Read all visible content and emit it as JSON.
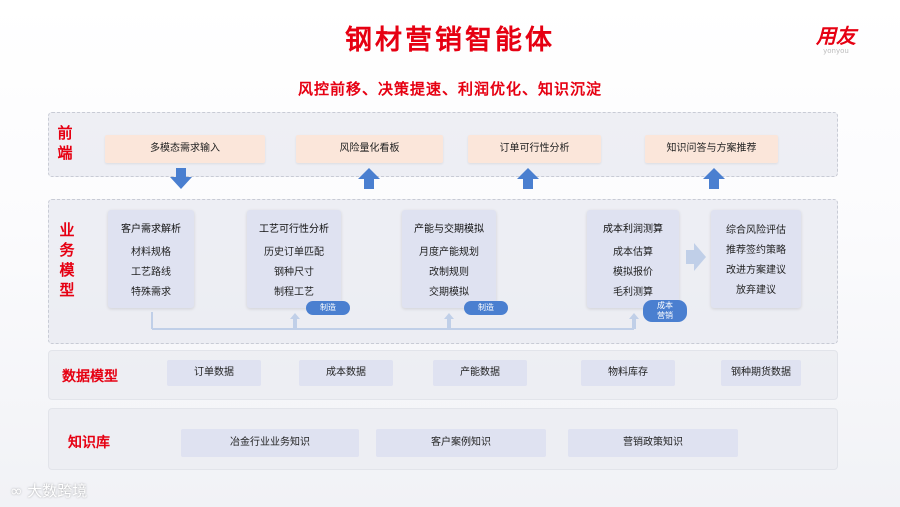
{
  "title": "钢材营销智能体",
  "subtitle": "风控前移、决策提速、利润优化、知识沉淀",
  "logo": {
    "text": "用友",
    "sub": "yonyou"
  },
  "layers": {
    "frontend": {
      "label": [
        "前",
        "端"
      ],
      "items": [
        "多模态需求输入",
        "风险量化看板",
        "订单可行性分析",
        "知识问答与方案推荐"
      ],
      "arrows": [
        "down",
        "up",
        "up",
        "up"
      ]
    },
    "business": {
      "label": [
        "业",
        "务",
        "模",
        "型"
      ],
      "cards": [
        {
          "title": "客户需求解析",
          "items": [
            "材料规格",
            "工艺路线",
            "特殊需求"
          ]
        },
        {
          "title": "工艺可行性分析",
          "items": [
            "历史订单匹配",
            "钢种尺寸",
            "制程工艺"
          ],
          "badge": "制造"
        },
        {
          "title": "产能与交期模拟",
          "items": [
            "月度产能规划",
            "改制规则",
            "交期模拟"
          ],
          "badge": "制造"
        },
        {
          "title": "成本利润测算",
          "items": [
            "成本估算",
            "模拟报价",
            "毛利测算"
          ],
          "badge": "成本\n营销"
        },
        {
          "title": "",
          "items": [
            "综合风险评估",
            "推荐签约策略",
            "改进方案建议",
            "放弃建议"
          ]
        }
      ]
    },
    "data_model": {
      "label": "数据模型",
      "items": [
        "订单数据",
        "成本数据",
        "产能数据",
        "物料库存",
        "钢种期货数据"
      ]
    },
    "knowledge": {
      "label": "知识库",
      "items": [
        "冶金行业业务知识",
        "客户案例知识",
        "营销政策知识"
      ]
    }
  },
  "watermark": "大数跨境",
  "colors": {
    "accent": "#e60012",
    "arrow": "#4a7fd0",
    "card": "#dfe2f1",
    "front_box": "#fbe6da"
  }
}
